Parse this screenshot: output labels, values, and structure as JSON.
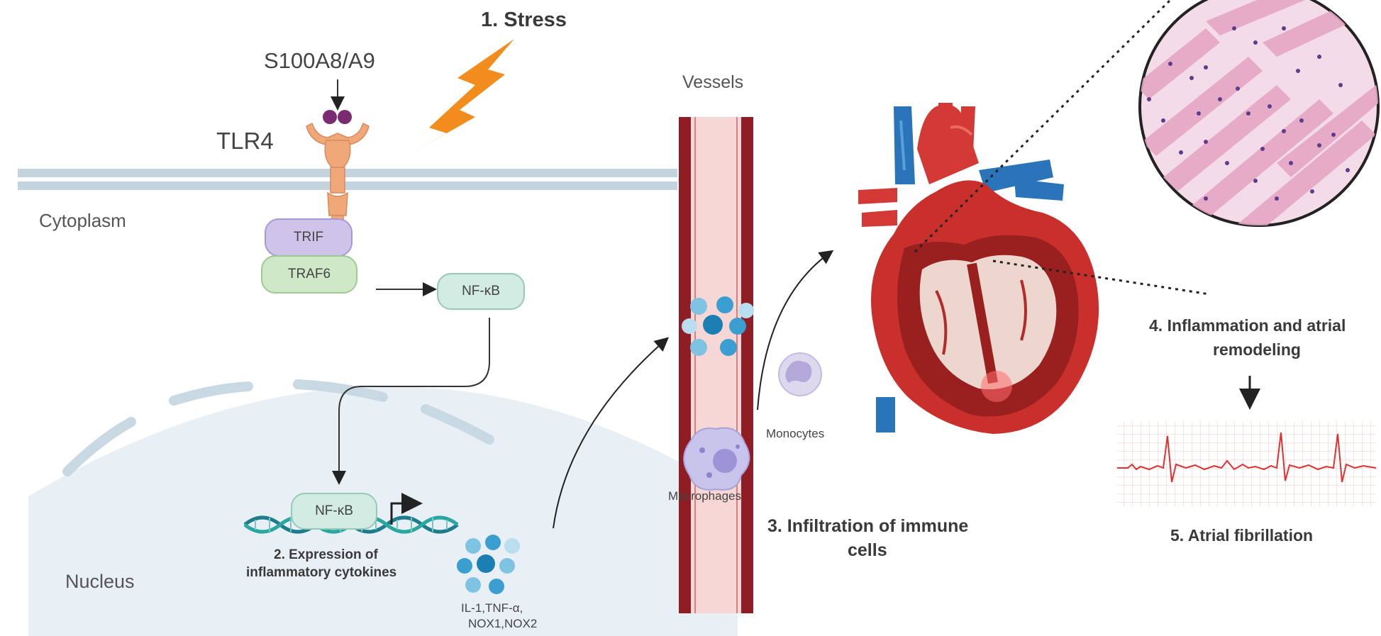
{
  "labels": {
    "stress": "1.  Stress",
    "ligand": "S100A8/A9",
    "receptor": "TLR4",
    "cytoplasm": "Cytoplasm",
    "trif": "TRIF",
    "traf6": "TRAF6",
    "nfkb_cyto": "NF-κB",
    "nfkb_nuc": "NF-κB",
    "nucleus": "Nucleus",
    "step2_line1": "2. Expression of",
    "step2_line2": "inflammatory cytokines",
    "cytokines_line1": "IL-1,TNF-α,",
    "cytokines_line2": "NOX1,NOX2",
    "vessels": "Vessels",
    "macrophages": "Macrophages",
    "monocytes": "Monocytes",
    "step3_line1": "3. Infiltration of immune",
    "step3_line2": "cells",
    "step4_line1": "4. Inflammation and atrial",
    "step4_line2": "remodeling",
    "step5": "5. Atrial fibrillation"
  },
  "colors": {
    "membrane": "#c3d4df",
    "lightning": "#f28c1c",
    "receptor": "#f0a878",
    "ligand": "#7b2b72",
    "trif": "#cfc3ea",
    "traf6": "#cfe8c7",
    "nfkb": "#d2ece3",
    "nucleus": "#e8f0f6",
    "vessel_wall": "#8e1d24",
    "vessel_lumen": "#f7d6d6",
    "cytokine": "#3a9fd0",
    "ecg_line": "#e0312f"
  }
}
